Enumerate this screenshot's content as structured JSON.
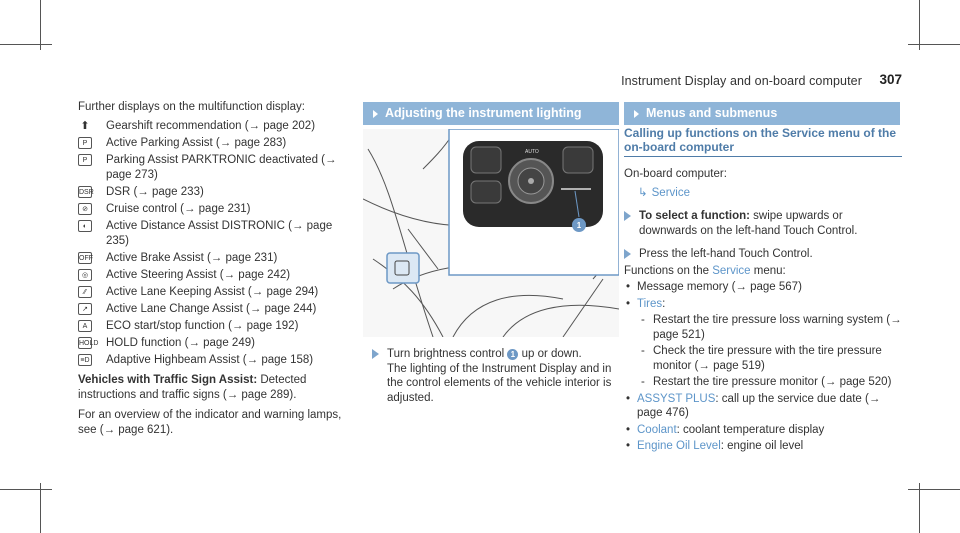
{
  "header": {
    "title": "Instrument Display and on-board computer",
    "page_number": "307"
  },
  "col1": {
    "intro": "Further displays on the multifunction display:",
    "items": [
      {
        "icon": "gearshift-icon",
        "glyph": "⬆",
        "text": "Gearshift recommendation (→ page 202)"
      },
      {
        "icon": "active-parking-assist-icon",
        "glyph": "P",
        "text": "Active Parking Assist (→ page 283)"
      },
      {
        "icon": "parktronic-off-icon",
        "glyph": "P",
        "text": "Parking Assist PARKTRONIC deactivated (→ page 273)"
      },
      {
        "icon": "dsr-icon",
        "glyph": "DSR",
        "text": "DSR (→ page 233)"
      },
      {
        "icon": "cruise-control-icon",
        "glyph": "⊘",
        "text": "Cruise control (→ page 231)"
      },
      {
        "icon": "distronic-icon",
        "glyph": "◐",
        "text": "Active Distance Assist DISTRONIC (→ page 235)"
      },
      {
        "icon": "brake-assist-icon",
        "glyph": "OFF",
        "text": "Active Brake Assist (→ page 231)"
      },
      {
        "icon": "steering-assist-icon",
        "glyph": "◎",
        "text": "Active Steering Assist (→ page 242)"
      },
      {
        "icon": "lane-keeping-icon",
        "glyph": "⁄⁄",
        "text": "Active Lane Keeping Assist (→ page 294)"
      },
      {
        "icon": "lane-change-icon",
        "glyph": "↗",
        "text": "Active Lane Change Assist (→ page 244)"
      },
      {
        "icon": "eco-start-stop-icon",
        "glyph": "A",
        "text": "ECO start/stop function (→ page 192)"
      },
      {
        "icon": "hold-icon",
        "glyph": "HOLD",
        "text": "HOLD function (→ page 249)"
      },
      {
        "icon": "highbeam-assist-icon",
        "glyph": "≡D",
        "text": "Adaptive Highbeam Assist (→ page 158)"
      }
    ],
    "traffic_sign_label": "Vehicles with Traffic Sign Assist:",
    "traffic_sign_text": " Detected instructions and traffic signs (→ page 289).",
    "overview_text": "For an overview of the indicator and warning lamps, see (→ page 621)."
  },
  "col2": {
    "heading": "Adjusting the instrument lighting",
    "figure_label": "AUTO",
    "callout": "1",
    "step_before": "Turn brightness control ",
    "step_after": " up or down.",
    "result": "The lighting of the Instrument Display and in the control elements of the vehicle interior is adjusted."
  },
  "col3": {
    "heading": "Menus and submenus",
    "subheading": "Calling up functions on the Service menu of the on-board computer",
    "computer_label": "On-board computer:",
    "service_path": "Service",
    "step1_label": "To select a function:",
    "step1_text": " swipe upwards or downwards on the left-hand Touch Control.",
    "step2_text": "Press the left-hand Touch Control.",
    "functions_before": "Functions on the ",
    "functions_link": "Service",
    "functions_after": " menu:",
    "message_memory": "Message memory (→ page 567)",
    "tires_link": "Tires",
    "tires_sub": [
      "Restart the tire pressure loss warning system (→ page 521)",
      "Check the tire pressure with the tire pressure monitor (→ page 519)",
      "Restart the tire pressure monitor (→ page 520)"
    ],
    "assyst_link": "ASSYST PLUS",
    "assyst_text": ": call up the service due date (→ page 476)",
    "coolant_link": "Coolant",
    "coolant_text": ": coolant temperature display",
    "oil_link": "Engine Oil Level",
    "oil_text": ": engine oil level"
  },
  "colors": {
    "heading_bar": "#8fb5d8",
    "link": "#5d95c9",
    "accent": "#6d98c5"
  }
}
